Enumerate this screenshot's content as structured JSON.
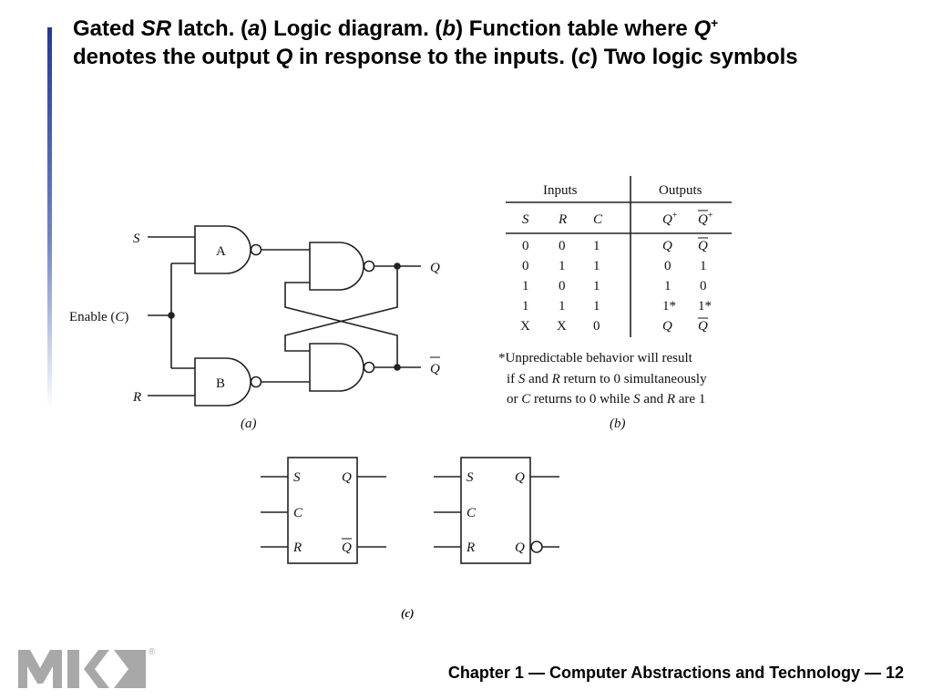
{
  "title": {
    "t1": "Gated ",
    "t2": "SR",
    "t3": " latch. (",
    "t4": "a",
    "t5": ") Logic diagram. (",
    "t6": "b",
    "t7": ") Function table where ",
    "t8": "Q",
    "t9": "+",
    "t10": "denotes the output ",
    "t11": "Q",
    "t12": " in response to the inputs. (",
    "t13": "c",
    "t14": ") Two logic symbols"
  },
  "diagram_a": {
    "input_s": "S",
    "input_r": "R",
    "enable": "Enable (",
    "enable_c": "C",
    "enable_close": ")",
    "gate_a": "A",
    "gate_b": "B",
    "output_q": "Q",
    "output_qbar": "Q",
    "caption": "(a)"
  },
  "table_b": {
    "inputs_header": "Inputs",
    "outputs_header": "Outputs",
    "col_s": "S",
    "col_r": "R",
    "col_c": "C",
    "col_qplus": "Q",
    "col_qbarplus": "Q",
    "plus": "+",
    "rows": [
      [
        "0",
        "0",
        "1",
        "Q",
        "Q"
      ],
      [
        "0",
        "1",
        "1",
        "0",
        "1"
      ],
      [
        "1",
        "0",
        "1",
        "1",
        "0"
      ],
      [
        "1",
        "1",
        "1",
        "1*",
        "1*"
      ],
      [
        "X",
        "X",
        "0",
        "Q",
        "Q"
      ]
    ],
    "note1": "*Unpredictable behavior will result",
    "note2a": "if ",
    "note2b": "S",
    "note2c": " and ",
    "note2d": "R",
    "note2e": " return to 0 simultaneously",
    "note3a": "or ",
    "note3b": "C",
    "note3c": " returns to 0 while ",
    "note3d": "S",
    "note3e": " and ",
    "note3f": "R",
    "note3g": " are 1",
    "caption": "(b)"
  },
  "symbols_c": {
    "s": "S",
    "c": "C",
    "r": "R",
    "q": "Q",
    "qbar": "Q",
    "caption": "(c)"
  },
  "logo": {
    "text": "MK",
    "registered": "®"
  },
  "footer": "Chapter 1 — Computer Abstractions and Technology — 12"
}
